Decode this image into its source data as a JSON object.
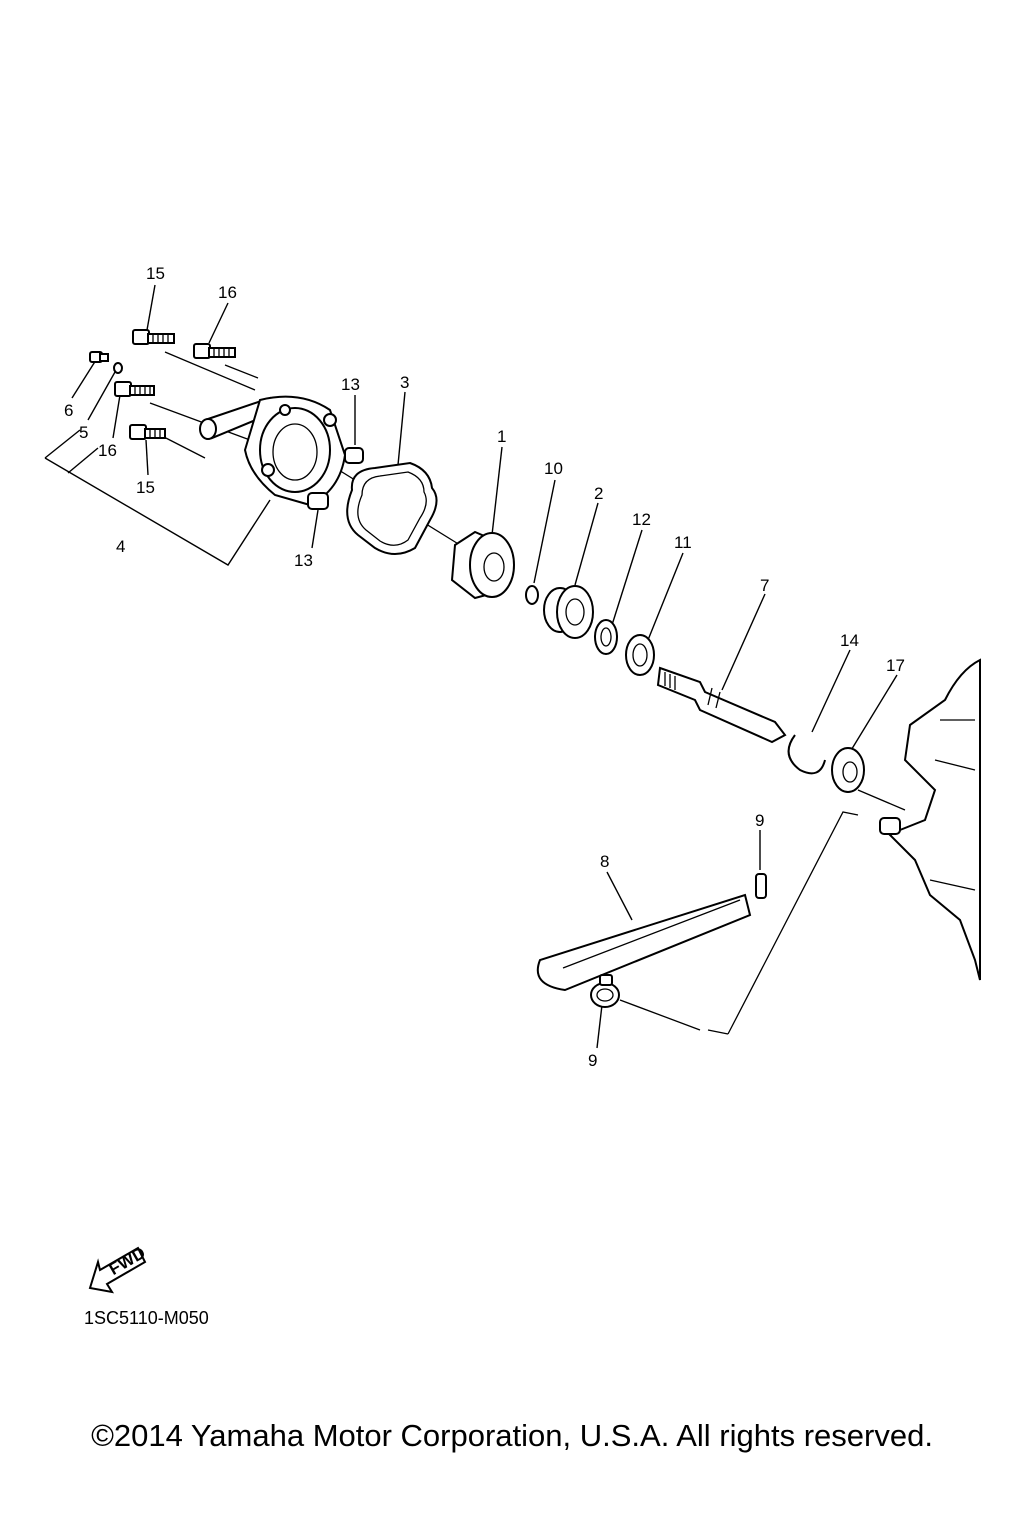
{
  "diagram": {
    "callouts": [
      {
        "id": "c15a",
        "text": "15"
      },
      {
        "id": "c16a",
        "text": "16"
      },
      {
        "id": "c6",
        "text": "6"
      },
      {
        "id": "c5",
        "text": "5"
      },
      {
        "id": "c16b",
        "text": "16"
      },
      {
        "id": "c15b",
        "text": "15"
      },
      {
        "id": "c4",
        "text": "4"
      },
      {
        "id": "c13a",
        "text": "13"
      },
      {
        "id": "c13b",
        "text": "13"
      },
      {
        "id": "c3",
        "text": "3"
      },
      {
        "id": "c1",
        "text": "1"
      },
      {
        "id": "c10",
        "text": "10"
      },
      {
        "id": "c2",
        "text": "2"
      },
      {
        "id": "c12",
        "text": "12"
      },
      {
        "id": "c11",
        "text": "11"
      },
      {
        "id": "c7",
        "text": "7"
      },
      {
        "id": "c14",
        "text": "14"
      },
      {
        "id": "c17",
        "text": "17"
      },
      {
        "id": "c9a",
        "text": "9"
      },
      {
        "id": "c8",
        "text": "8"
      },
      {
        "id": "c9b",
        "text": "9"
      }
    ],
    "fwd_label": "FWD",
    "diagram_code": "1SC5110-M050"
  },
  "footer": {
    "copyright": "©2014 Yamaha Motor Corporation, U.S.A. All rights reserved."
  }
}
